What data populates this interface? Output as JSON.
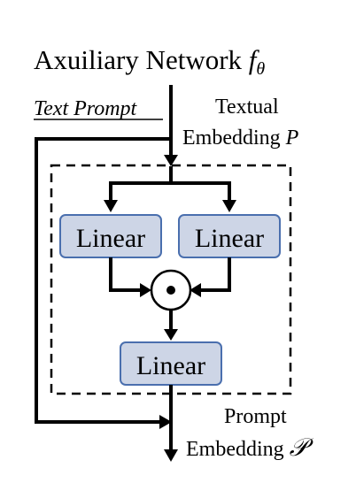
{
  "diagram": {
    "title": {
      "text": "Axuiliary Network ",
      "symbol": "f",
      "subscript": "θ"
    },
    "text_prompt": "Text Prompt",
    "textual_embedding": {
      "line1": "Textual",
      "line2_text": "Embedding ",
      "line2_symbol": "P"
    },
    "prompt_embedding": {
      "line1": "Prompt",
      "line2_text": "Embedding ",
      "line2_symbol": "𝒫"
    },
    "boxes": {
      "linear_left": "Linear",
      "linear_right": "Linear",
      "linear_bottom": "Linear"
    },
    "operator": "⊙"
  }
}
